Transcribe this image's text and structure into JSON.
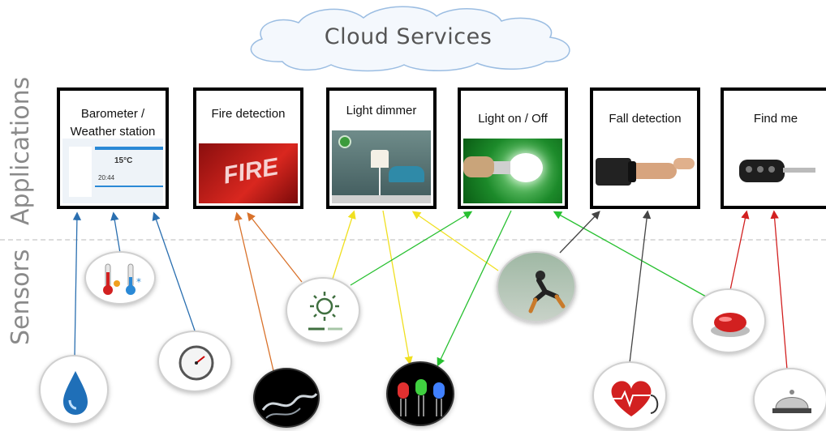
{
  "cloud": {
    "label": "Cloud Services"
  },
  "sections": {
    "applications": "Applications",
    "sensors": "Sensors"
  },
  "applications": [
    {
      "id": "barometer",
      "title": "Barometer / Weather station"
    },
    {
      "id": "fire",
      "title": "Fire detection"
    },
    {
      "id": "dimmer",
      "title": "Light dimmer"
    },
    {
      "id": "onoff",
      "title": "Light on / Off"
    },
    {
      "id": "fall",
      "title": "Fall detection"
    },
    {
      "id": "findme",
      "title": "Find me"
    }
  ],
  "weather_widget": {
    "temp": "15°C",
    "time": "20:44"
  },
  "fire_sign": "FIRE",
  "sensors": [
    {
      "id": "humidity",
      "icon": "water-drop-icon"
    },
    {
      "id": "temperature",
      "icon": "thermometer-icon"
    },
    {
      "id": "pressure",
      "icon": "pressure-gauge-icon"
    },
    {
      "id": "smoke",
      "icon": "smoke-icon"
    },
    {
      "id": "light",
      "icon": "sun-light-sensor-icon"
    },
    {
      "id": "leds",
      "icon": "led-icon"
    },
    {
      "id": "accelerometer",
      "icon": "skater-motion-icon"
    },
    {
      "id": "heartrate",
      "icon": "heart-stethoscope-icon"
    },
    {
      "id": "button",
      "icon": "red-button-icon"
    },
    {
      "id": "buzzer",
      "icon": "service-bell-icon"
    }
  ],
  "colors": {
    "blue": "#2a6fb0",
    "orange": "#d9722b",
    "yellow": "#f0e020",
    "green": "#27c030",
    "dark": "#444444",
    "red": "#d22020"
  }
}
